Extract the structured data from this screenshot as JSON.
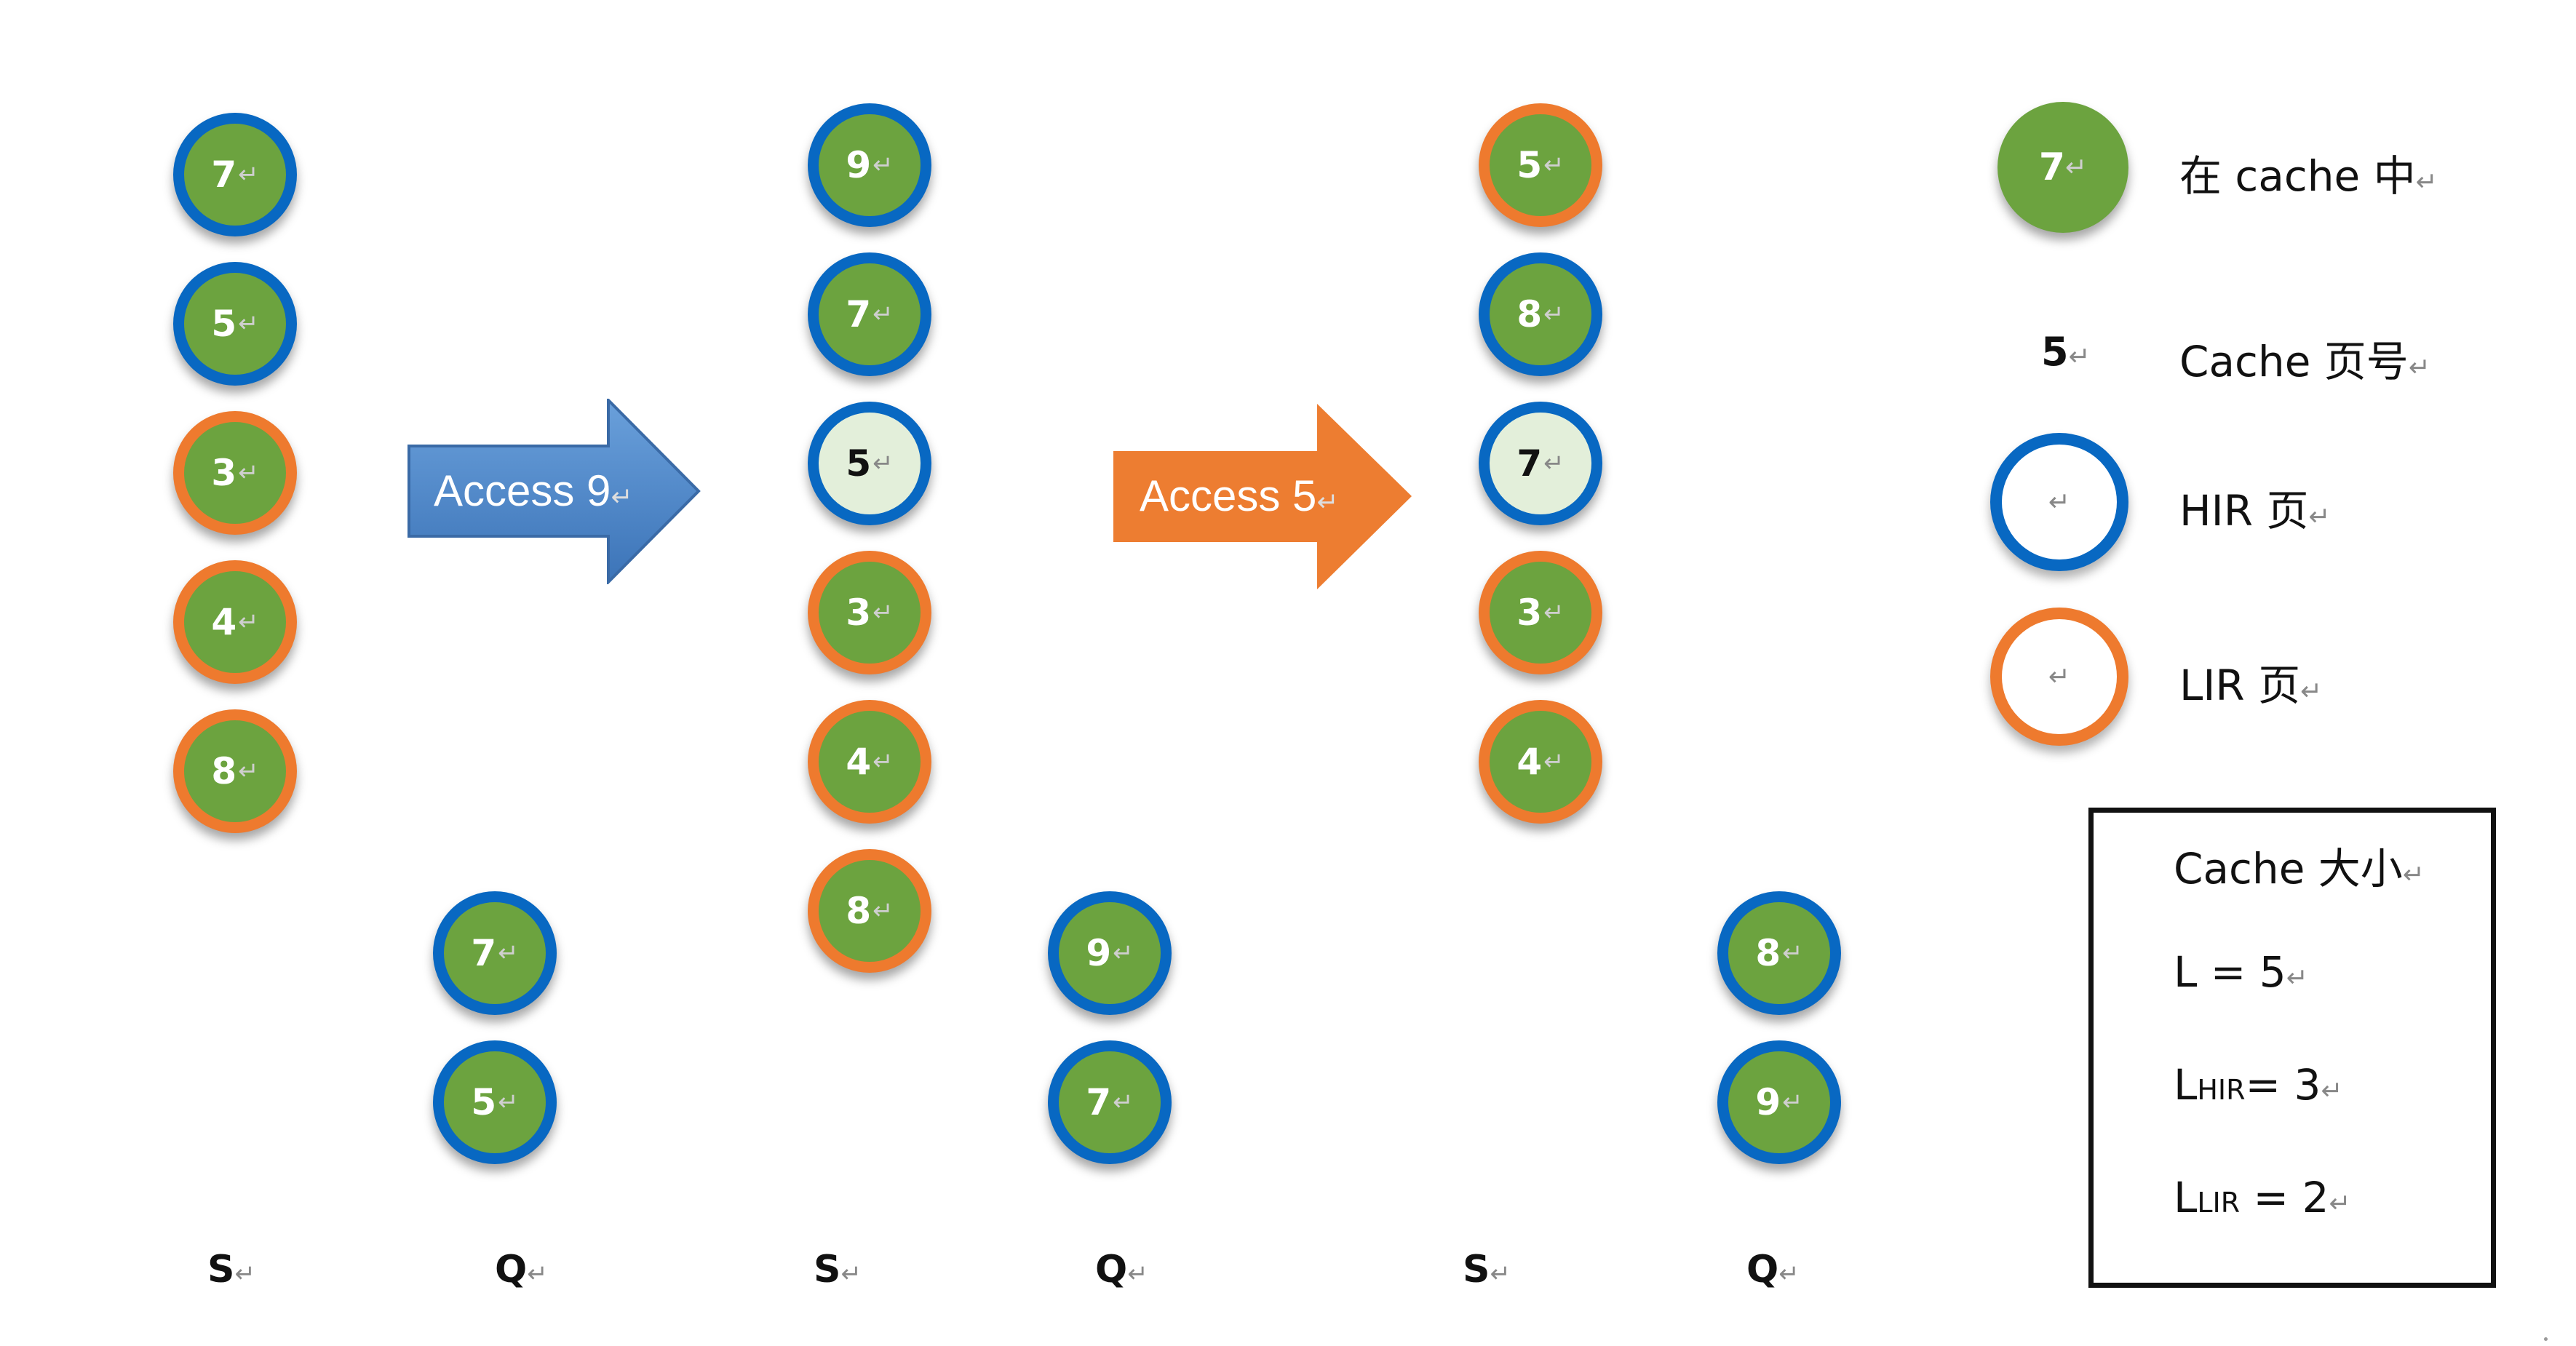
{
  "return_mark": "↵",
  "stages": [
    {
      "s_label": "S",
      "q_label": "Q",
      "s": [
        {
          "value": "7",
          "type": "hir",
          "in_cache": true
        },
        {
          "value": "5",
          "type": "hir",
          "in_cache": true
        },
        {
          "value": "3",
          "type": "lir",
          "in_cache": true
        },
        {
          "value": "4",
          "type": "lir",
          "in_cache": true
        },
        {
          "value": "8",
          "type": "lir",
          "in_cache": true
        }
      ],
      "q": [
        {
          "value": "7",
          "type": "hir",
          "in_cache": true
        },
        {
          "value": "5",
          "type": "hir",
          "in_cache": true
        }
      ]
    },
    {
      "s_label": "S",
      "q_label": "Q",
      "s": [
        {
          "value": "9",
          "type": "hir",
          "in_cache": true
        },
        {
          "value": "7",
          "type": "hir",
          "in_cache": true
        },
        {
          "value": "5",
          "type": "hir",
          "in_cache": false
        },
        {
          "value": "3",
          "type": "lir",
          "in_cache": true
        },
        {
          "value": "4",
          "type": "lir",
          "in_cache": true
        },
        {
          "value": "8",
          "type": "lir",
          "in_cache": true
        }
      ],
      "q": [
        {
          "value": "9",
          "type": "hir",
          "in_cache": true
        },
        {
          "value": "7",
          "type": "hir",
          "in_cache": true
        }
      ]
    },
    {
      "s_label": "S",
      "q_label": "Q",
      "s": [
        {
          "value": "5",
          "type": "lir",
          "in_cache": true
        },
        {
          "value": "8",
          "type": "hir",
          "in_cache": true
        },
        {
          "value": "7",
          "type": "hir",
          "in_cache": false
        },
        {
          "value": "3",
          "type": "lir",
          "in_cache": true
        },
        {
          "value": "4",
          "type": "lir",
          "in_cache": true
        }
      ],
      "q": [
        {
          "value": "8",
          "type": "hir",
          "in_cache": true
        },
        {
          "value": "9",
          "type": "hir",
          "in_cache": true
        }
      ]
    }
  ],
  "arrows": [
    {
      "label": "Access 9",
      "color": "#4a86c9"
    },
    {
      "label": "Access 5",
      "color": "#ed7d31"
    }
  ],
  "legend": {
    "in_cache_sample": "7",
    "in_cache_label": "在 cache 中",
    "page_number_sample": "5",
    "page_number_label": "Cache 页号",
    "hir_label": "HIR 页",
    "lir_label": "LIR 页"
  },
  "cache_box": {
    "title": "Cache 大小",
    "l_line": "L = 5",
    "lhir_main": "L",
    "lhir_sub": "HIR",
    "lhir_rest": "= 3",
    "llir_main": "L",
    "llir_sub": "LIR",
    "llir_rest": " = 2"
  },
  "colors": {
    "in_cache": "#6ca33f",
    "not_in_cache": "#e3efda",
    "hir_ring": "#0868c2",
    "lir_ring": "#ee7a2e"
  }
}
